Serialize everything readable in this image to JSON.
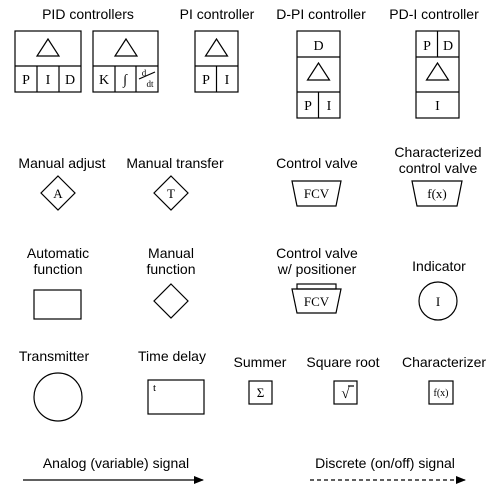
{
  "labels": {
    "pid": "PID controllers",
    "pi": "PI controller",
    "dpi": "D-PI controller",
    "pdi": "PD-I controller",
    "manual_adjust": "Manual adjust",
    "manual_transfer": "Manual transfer",
    "control_valve": "Control valve",
    "char_valve_1": "Characterized",
    "char_valve_2": "control valve",
    "auto_func_1": "Automatic",
    "auto_func_2": "function",
    "manual_func_1": "Manual",
    "manual_func_2": "function",
    "cv_pos_1": "Control valve",
    "cv_pos_2": "w/ positioner",
    "indicator": "Indicator",
    "transmitter": "Transmitter",
    "time_delay": "Time delay",
    "summer": "Summer",
    "square_root": "Square root",
    "characterizer": "Characterizer",
    "analog": "Analog (variable) signal",
    "discrete": "Discrete (on/off) signal"
  },
  "symbols": {
    "pid1": [
      "P",
      "I",
      "D"
    ],
    "pid2_k": "K",
    "pid2_int": "∫",
    "pid2_d": "d",
    "pid2_dt": "dt",
    "pi": [
      "P",
      "I"
    ],
    "dpi_top": "D",
    "dpi_bottom": [
      "P",
      "I"
    ],
    "pdi_top": [
      "P",
      "D"
    ],
    "pdi_bottom": "I",
    "manual_adjust": "A",
    "manual_transfer": "T",
    "control_valve": "FCV",
    "char_valve": "f(x)",
    "cv_positioner": "FCV",
    "indicator": "I",
    "time_delay": "t",
    "summer": "Σ",
    "square_root": "√",
    "characterizer": "f(x)"
  }
}
